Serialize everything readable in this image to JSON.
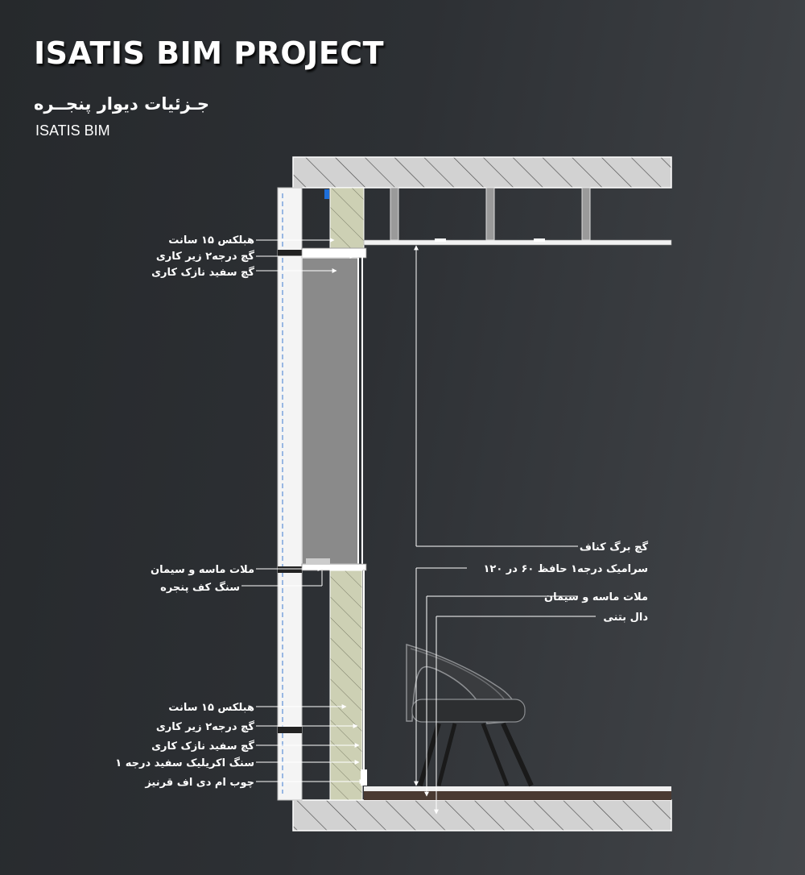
{
  "header": {
    "title": "ISATIS BIM PROJECT",
    "subtitle_fa": "جـزئیات دیوار پنجــره",
    "subtitle_en": "ISATIS BIM"
  },
  "labels": {
    "left_top": [
      "هبلکس ۱۵ سانت",
      "گچ درجه۲ زیر کاری",
      "گچ سفید نازک کاری"
    ],
    "left_mid": [
      "ملات ماسه و سیمان",
      "سنگ کف پنجره"
    ],
    "left_bottom": [
      "هبلکس ۱۵ سانت",
      "گچ درجه۲ زیر کاری",
      "گچ سفید نازک کاری",
      "سنگ اکریلیک سفید درجه ۱",
      "چوب ام دی اف قرنیز"
    ],
    "right": [
      "گچ برگ کناف",
      "سرامیک درجه۱ حافظ ۶۰ در ۱۲۰",
      "ملات ماسه و سیمان",
      "دال بتنی"
    ]
  },
  "colors": {
    "background": "#2b2e31",
    "slab": "#d2d2d2",
    "hatch": "#4a4a4a",
    "block_wall": "#cdd0b4",
    "glass": "#8a8a8a",
    "blue_detail": "#1e6fd9",
    "floor_finish": "#4a3a32",
    "leader": "#ffffff"
  }
}
